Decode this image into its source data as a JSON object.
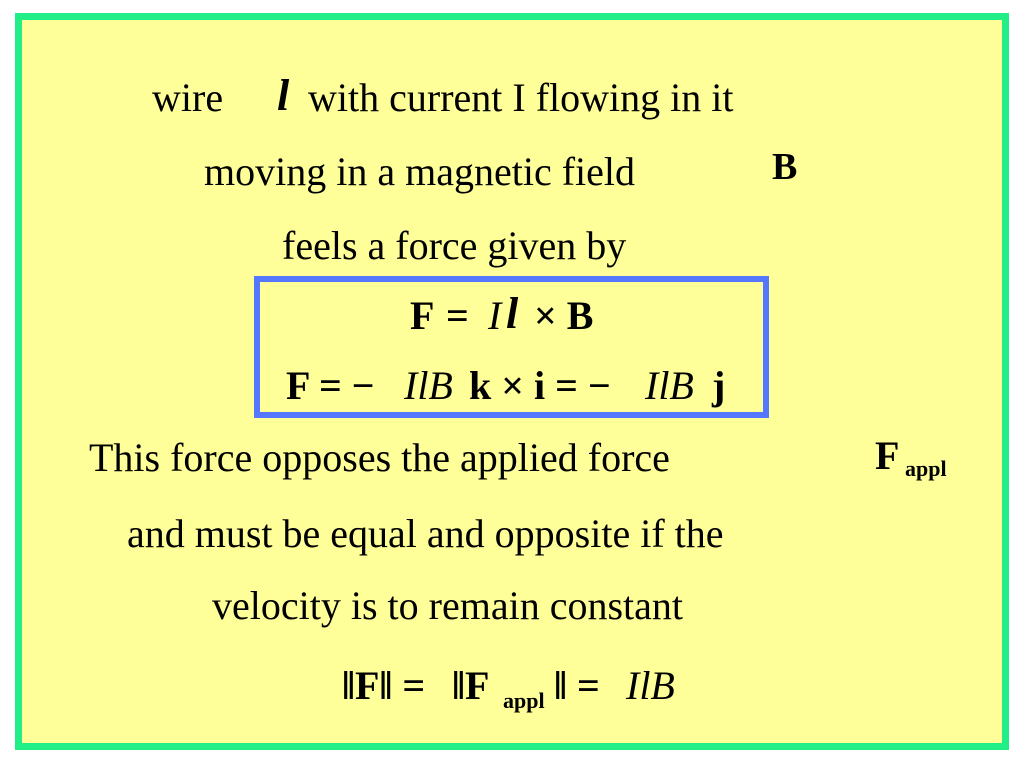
{
  "slide": {
    "line1": {
      "prefix": "wire",
      "symbol_l": "l",
      "suffix": "with current I flowing in it"
    },
    "line2": {
      "text": "moving in a magnetic field",
      "symbol_B": "B"
    },
    "line3": {
      "text": "feels a force given by"
    },
    "box": {
      "eq1": {
        "F": "F",
        "eq": "=",
        "Il": "I",
        "l": "l",
        "times_B": "× B"
      },
      "eq2": {
        "F_eq": "F = −",
        "IlB": "IlB",
        "k_i": "k × i = −",
        "IlB2": "IlB",
        "j": "j"
      }
    },
    "line4": {
      "text": "This force opposes the applied force",
      "symbol_F": "F",
      "sub": "appl"
    },
    "line5": {
      "text": "and must be equal and opposite if the"
    },
    "line6": {
      "text": "velocity is to remain constant"
    },
    "line7": {
      "norm_F": "‖F‖ =",
      "norm_Fappl_open": "‖F",
      "sub": "appl",
      "norm_Fappl_close": "‖ =",
      "IlB": "IlB"
    }
  },
  "colors": {
    "border": "#22ee88",
    "background": "#ffff99",
    "box_border": "#5577ff"
  }
}
